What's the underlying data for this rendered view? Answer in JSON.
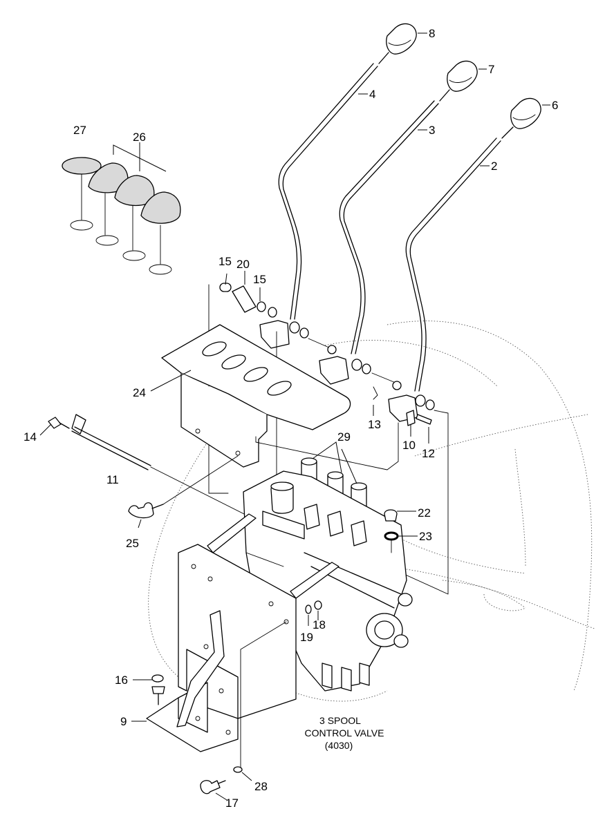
{
  "diagram": {
    "caption_lines": [
      "3 SPOOL",
      "CONTROL VALVE",
      "(4030)"
    ],
    "callouts": [
      {
        "id": "8",
        "label": "8"
      },
      {
        "id": "7",
        "label": "7"
      },
      {
        "id": "6",
        "label": "6"
      },
      {
        "id": "4",
        "label": "4"
      },
      {
        "id": "3",
        "label": "3"
      },
      {
        "id": "2",
        "label": "2"
      },
      {
        "id": "27",
        "label": "27"
      },
      {
        "id": "26",
        "label": "26"
      },
      {
        "id": "15a",
        "label": "15"
      },
      {
        "id": "20",
        "label": "20"
      },
      {
        "id": "15b",
        "label": "15"
      },
      {
        "id": "24",
        "label": "24"
      },
      {
        "id": "14",
        "label": "14"
      },
      {
        "id": "13",
        "label": "13"
      },
      {
        "id": "10",
        "label": "10"
      },
      {
        "id": "12",
        "label": "12"
      },
      {
        "id": "29",
        "label": "29"
      },
      {
        "id": "11",
        "label": "11"
      },
      {
        "id": "22",
        "label": "22"
      },
      {
        "id": "23",
        "label": "23"
      },
      {
        "id": "25",
        "label": "25"
      },
      {
        "id": "19",
        "label": "19"
      },
      {
        "id": "18",
        "label": "18"
      },
      {
        "id": "16",
        "label": "16"
      },
      {
        "id": "9",
        "label": "9"
      },
      {
        "id": "28",
        "label": "28"
      },
      {
        "id": "17",
        "label": "17"
      }
    ]
  }
}
